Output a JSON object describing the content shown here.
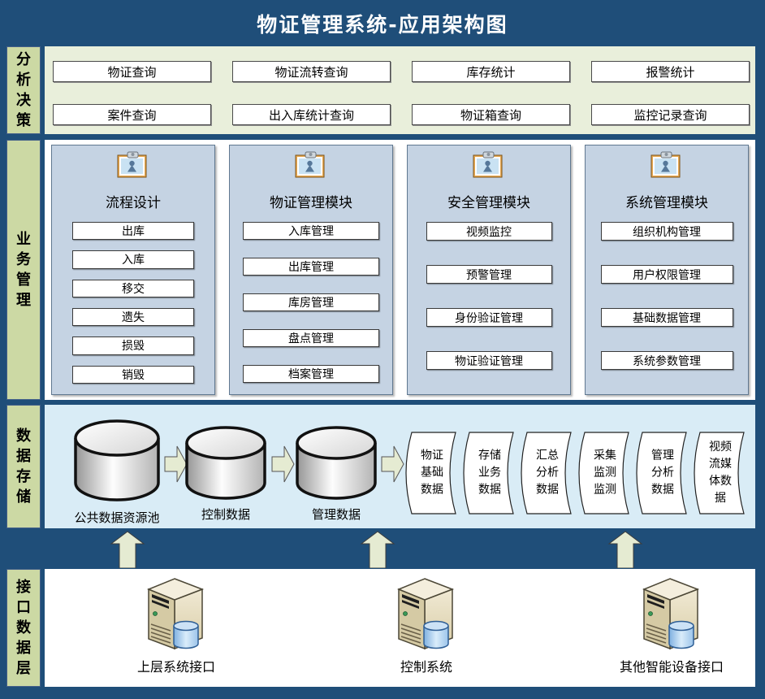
{
  "title": "物证管理系统-应用架构图",
  "colors": {
    "background": "#1f4e79",
    "panel_green": "#e9efdb",
    "label_green": "#ccd9a4",
    "panel_blue": "#d9ecf6",
    "module_fill": "#c5d3e3",
    "arrow_fill": "#e5ebd2",
    "box_fill": "#ffffff",
    "title_text": "#ffffff"
  },
  "sections": {
    "analysis": {
      "label": "分析决策",
      "buttons": [
        "物证查询",
        "物证流转查询",
        "库存统计",
        "报警统计",
        "案件查询",
        "出入库统计查询",
        "物证箱查询",
        "监控记录查询"
      ]
    },
    "business": {
      "label": "业务管理",
      "modules": [
        {
          "title": "流程设计",
          "icon": "clipboard-icon",
          "items": [
            "出库",
            "入库",
            "移交",
            "遗失",
            "损毁",
            "销毁"
          ]
        },
        {
          "title": "物证管理模块",
          "icon": "clipboard-icon",
          "items": [
            "入库管理",
            "出库管理",
            "库房管理",
            "盘点管理",
            "档案管理"
          ]
        },
        {
          "title": "安全管理模块",
          "icon": "clipboard-icon",
          "items": [
            "视频监控",
            "预警管理",
            "身份验证管理",
            "物证验证管理"
          ]
        },
        {
          "title": "系统管理模块",
          "icon": "clipboard-icon",
          "items": [
            "组织机构管理",
            "用户权限管理",
            "基础数据管理",
            "系统参数管理"
          ]
        }
      ]
    },
    "storage": {
      "label": "数据存储",
      "databases": [
        "公共数据资源池",
        "控制数据",
        "管理数据"
      ],
      "database_icon": "database-cylinder-icon",
      "flow_icon": "right-arrow-icon",
      "bands": [
        "物证基础数据",
        "存储业务数据",
        "汇总分析数据",
        "采集监测监测",
        "管理分析数据",
        "视频流媒体数据"
      ]
    },
    "interface": {
      "label": "接口数据层",
      "server_icon": "server-icon",
      "up_arrow_icon": "up-arrow-icon",
      "servers": [
        "上层系统接口",
        "控制系统",
        "其他智能设备接口"
      ]
    }
  }
}
